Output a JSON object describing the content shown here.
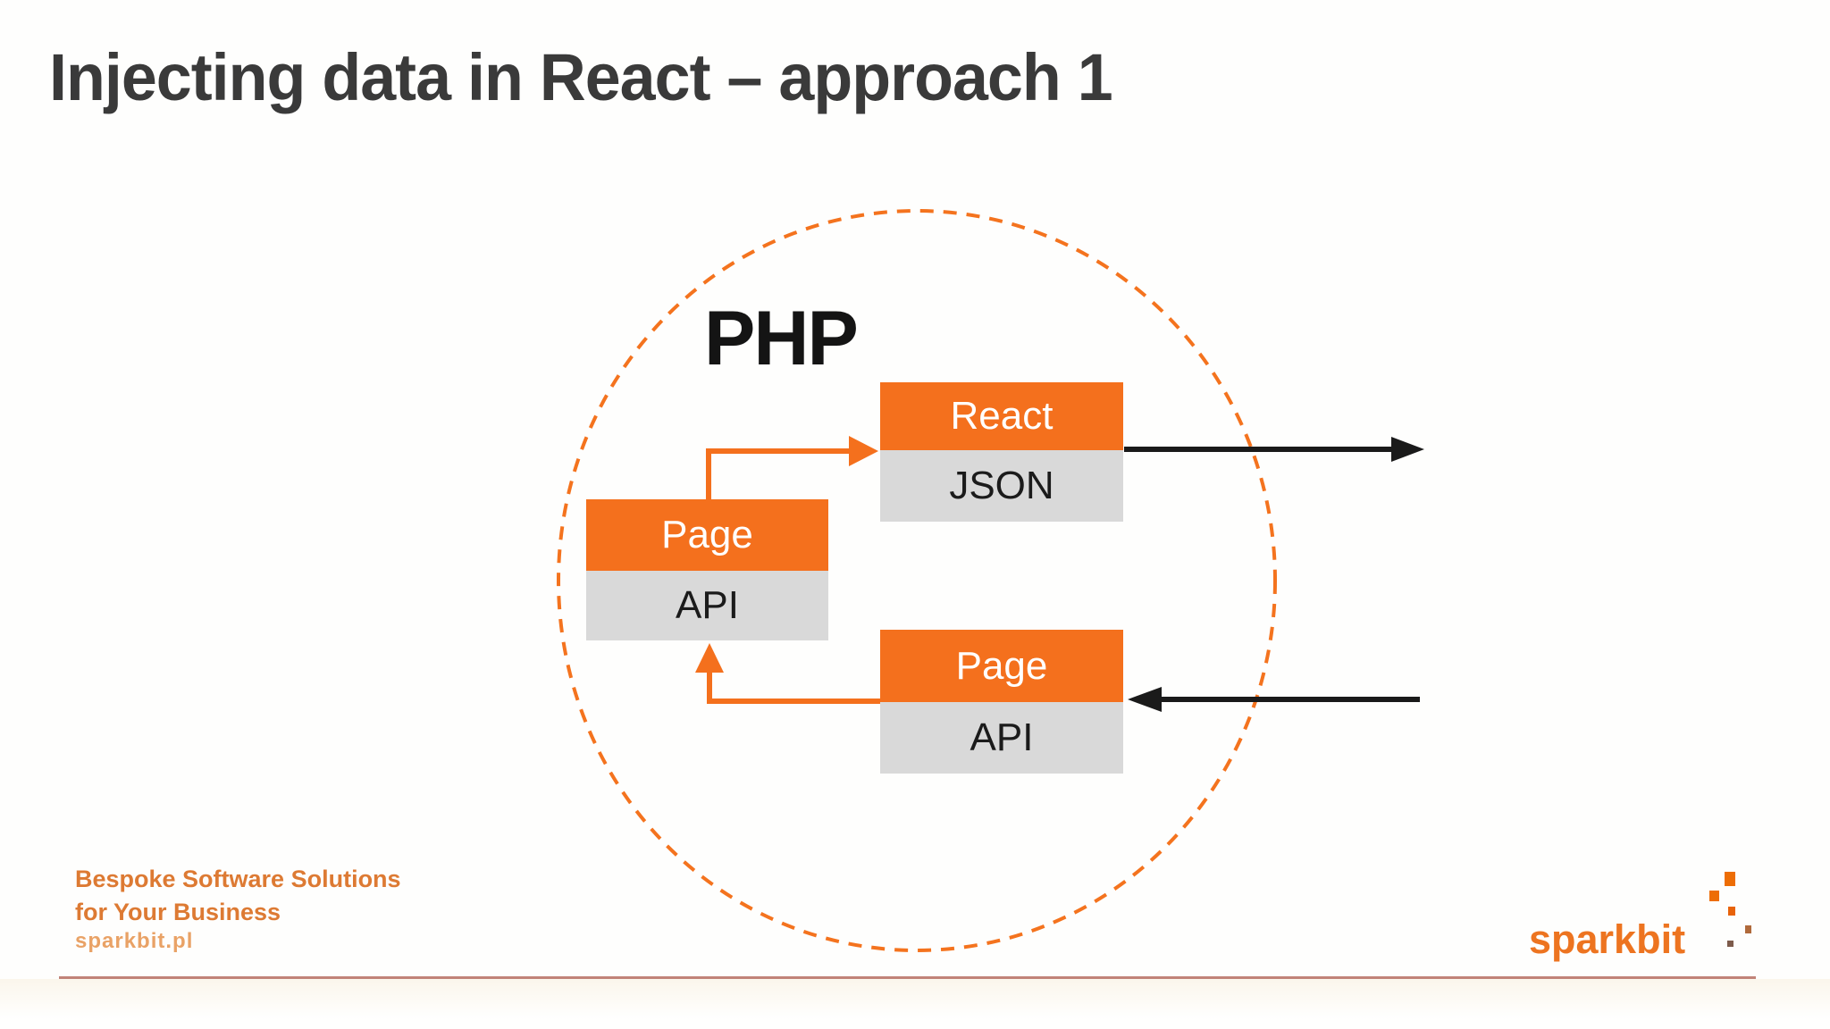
{
  "slide": {
    "title": "Injecting data in React – approach 1",
    "colors": {
      "accent_orange": "#f4701d",
      "node_body_gray": "#d9d9d9",
      "title_text": "#3a3a3a",
      "arrow_black": "#1a1a1a",
      "footer_orange": "#dd7a33",
      "footer_light_orange": "#e9a266",
      "divider": "#c18378",
      "logo_orange": "#ed7420"
    }
  },
  "diagram": {
    "environment_label": "PHP",
    "nodes": [
      {
        "id": "react",
        "title": "React",
        "subtitle": "JSON"
      },
      {
        "id": "page-left",
        "title": "Page",
        "subtitle": "API"
      },
      {
        "id": "page-bottom",
        "title": "Page",
        "subtitle": "API"
      }
    ],
    "arrows": [
      {
        "name": "page-to-react-arrow",
        "color": "orange",
        "from": "page-left",
        "to": "react"
      },
      {
        "name": "react-output-arrow",
        "color": "black",
        "from": "react",
        "to": "outside-right"
      },
      {
        "name": "incoming-request-arrow",
        "color": "black",
        "from": "outside-right",
        "to": "page-bottom"
      },
      {
        "name": "api-return-arrow",
        "color": "orange",
        "from": "page-bottom",
        "to": "page-left"
      }
    ]
  },
  "footer": {
    "tagline_line1": "Bespoke Software Solutions",
    "tagline_line2": "for Your Business",
    "website": "sparkbit.pl",
    "logo_text": "sparkbit"
  }
}
